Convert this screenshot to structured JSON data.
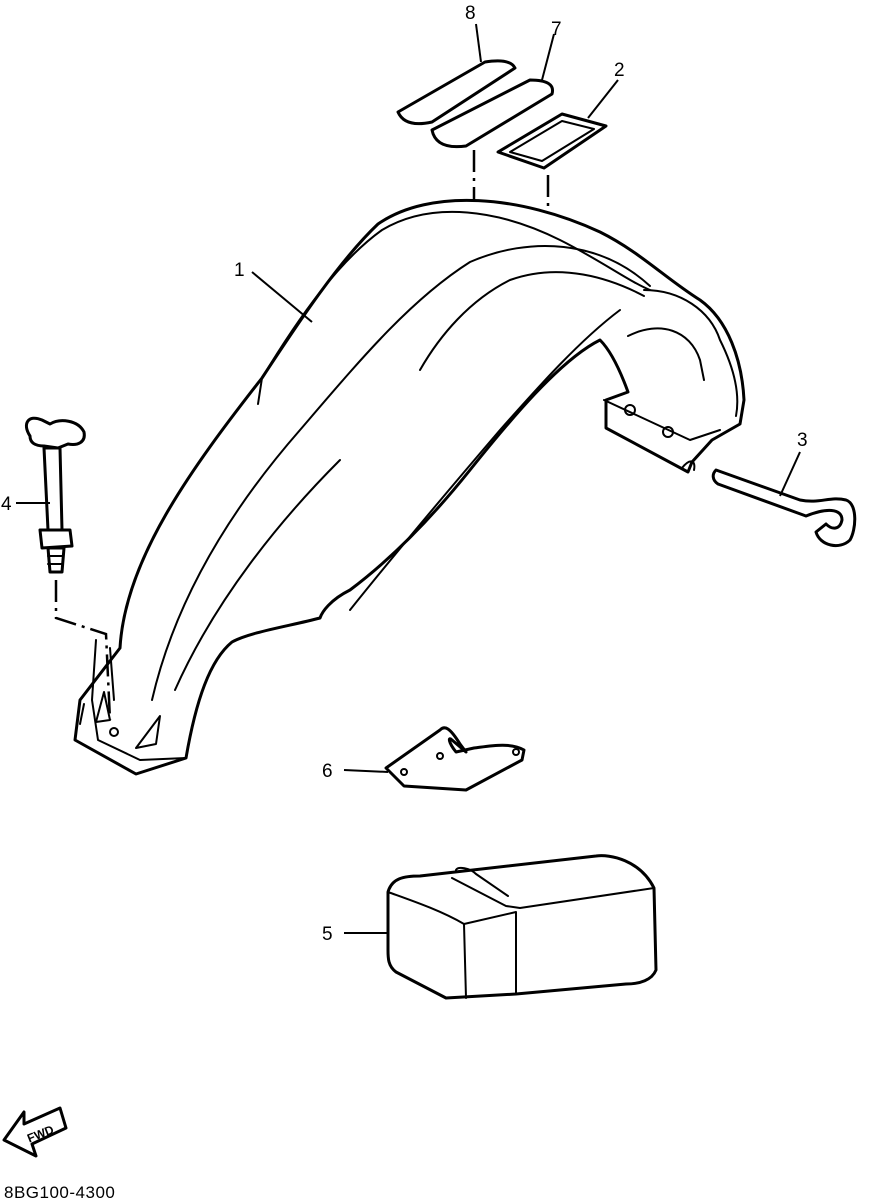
{
  "diagram": {
    "part_code": "8BG100-4300",
    "direction_label": "FWD",
    "callouts": [
      {
        "id": "1",
        "label": "1"
      },
      {
        "id": "2",
        "label": "2"
      },
      {
        "id": "3",
        "label": "3"
      },
      {
        "id": "4",
        "label": "4"
      },
      {
        "id": "5",
        "label": "5"
      },
      {
        "id": "6",
        "label": "6"
      },
      {
        "id": "7",
        "label": "7"
      },
      {
        "id": "8",
        "label": "8"
      }
    ],
    "parts": [
      {
        "callout": "1",
        "icon": "fender-shape"
      },
      {
        "callout": "2",
        "icon": "emblem-plate-shape"
      },
      {
        "callout": "3",
        "icon": "rod-shape"
      },
      {
        "callout": "4",
        "icon": "wing-bolt-shape"
      },
      {
        "callout": "5",
        "icon": "cover-box-shape"
      },
      {
        "callout": "6",
        "icon": "bracket-shape"
      },
      {
        "callout": "7",
        "icon": "pad-shape"
      },
      {
        "callout": "8",
        "icon": "pad-shape"
      }
    ]
  }
}
